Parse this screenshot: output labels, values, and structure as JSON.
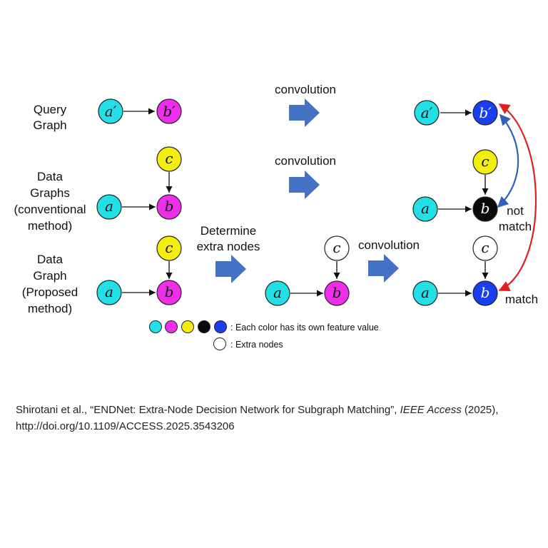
{
  "labels": {
    "query_graph": [
      "Query",
      "Graph"
    ],
    "data_graphs_conventional": [
      "Data",
      "Graphs",
      "(conventional",
      "method)"
    ],
    "data_graph_proposed": [
      "Data",
      "Graph",
      "(Proposed",
      "method)"
    ]
  },
  "steps": {
    "convolution": "convolution",
    "determine": [
      "Determine",
      "extra nodes"
    ]
  },
  "nodes": {
    "a": "a",
    "b": "b",
    "c": "c",
    "a_prime": "a′",
    "b_prime": "b′"
  },
  "results": {
    "not_match": [
      "not",
      "match"
    ],
    "match": "match"
  },
  "legend": {
    "colors_text": ": Each color has its own feature value",
    "extra_text": ": Extra nodes",
    "swatches": [
      "#22e0e6",
      "#ee2ee8",
      "#f4ee10",
      "#0a0a0a",
      "#1a3ff0"
    ],
    "extra_swatch": "#ffffff"
  },
  "colors": {
    "cyan": "#22e0e6",
    "magenta": "#ee2ee8",
    "yellow": "#f4ee10",
    "black": "#0a0a0a",
    "blue": "#1a3ff0",
    "white": "#ffffff",
    "arrow_block": "#4472c4",
    "curve_red": "#e02020",
    "curve_blue": "#3060b8"
  },
  "citation": {
    "authors": "Shirotani et al., ",
    "title": "“ENDNet: Extra-Node Decision Network for Subgraph Matching”, ",
    "journal": "IEEE Access",
    "year": " (2025),",
    "doi": "http://doi.org/10.1109/ACCESS.2025.3543206"
  }
}
